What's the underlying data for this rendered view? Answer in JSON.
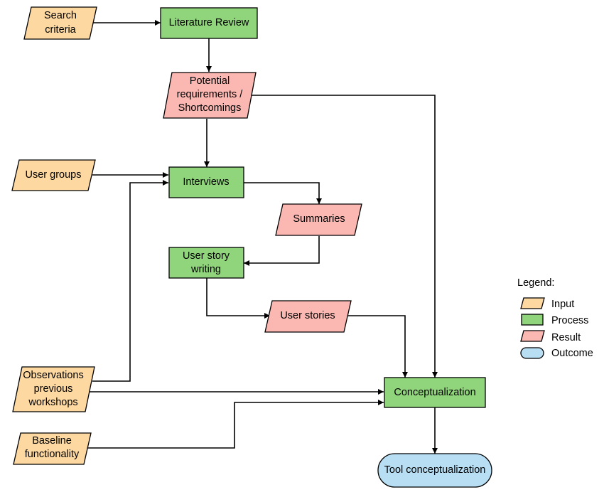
{
  "colors": {
    "input": "#fdd8a1",
    "process": "#90d57c",
    "result": "#fbb7b1",
    "outcome": "#b7def3"
  },
  "nodes": {
    "search_criteria": [
      "Search",
      "criteria"
    ],
    "literature_review": [
      "Literature Review"
    ],
    "potential_requirements": [
      "Potential",
      "requirements /",
      "Shortcomings"
    ],
    "user_groups": [
      "User groups"
    ],
    "interviews": [
      "Interviews"
    ],
    "summaries": [
      "Summaries"
    ],
    "user_story_writing": [
      "User story",
      "writing"
    ],
    "user_stories": [
      "User stories"
    ],
    "observations": [
      "Observations",
      "previous",
      "workshops"
    ],
    "conceptualization": [
      "Conceptualization"
    ],
    "baseline_functionality": [
      "Baseline",
      "functionality"
    ],
    "tool_conceptualization": [
      "Tool conceptualization"
    ]
  },
  "legend": {
    "title": "Legend:",
    "input": "Input",
    "process": "Process",
    "result": "Result",
    "outcome": "Outcome"
  }
}
